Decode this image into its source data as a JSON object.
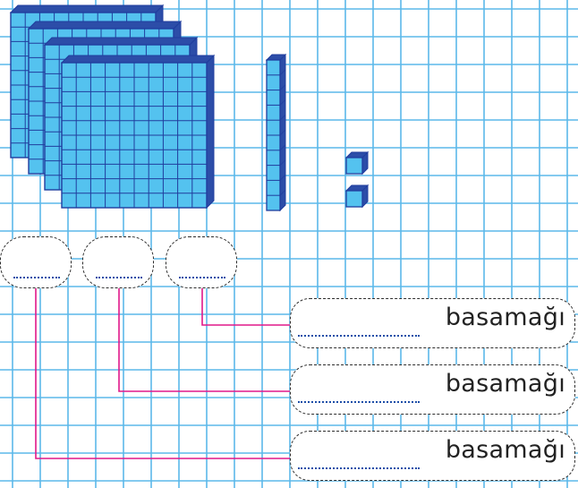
{
  "colors": {
    "grid_line": "#5bb8ea",
    "cube_face": "#54c2ef",
    "cube_edge": "#203d9e",
    "cube_side": "#2c4da8",
    "connector": "#e0188a",
    "dotted_line": "#1f4fa8"
  },
  "blocks": {
    "hundreds_flats": 4,
    "tens_rods": 1,
    "unit_cubes": 2
  },
  "answer_ovals": [
    "",
    "",
    ""
  ],
  "place_rows": [
    {
      "label": "basamağı"
    },
    {
      "label": "basamağı"
    },
    {
      "label": "basamağı"
    }
  ]
}
